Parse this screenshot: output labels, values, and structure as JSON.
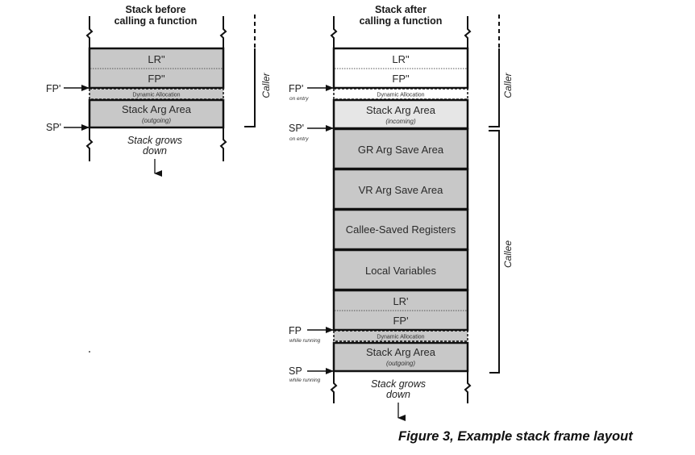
{
  "figure": {
    "caption": "Figure 3, Example stack frame layout",
    "colors": {
      "block_fill": "#c8c8c8",
      "incoming_fill": "#e6e6e6",
      "white_fill": "#ffffff",
      "line": "#111111"
    },
    "before": {
      "title_line1": "Stack before",
      "title_line2": "calling a function",
      "blocks": [
        {
          "id": "lr2",
          "label": "LR\"",
          "fill": "gray"
        },
        {
          "id": "fp2",
          "label": "FP\"",
          "fill": "gray"
        },
        {
          "id": "dyn",
          "label": "Dynamic Allocation",
          "fill": "gray"
        },
        {
          "id": "arg",
          "label": "Stack Arg Area",
          "sublabel": "(outgoing)",
          "fill": "gray"
        }
      ],
      "pointers": [
        {
          "label": "FP'",
          "sublabel": ""
        },
        {
          "label": "SP'",
          "sublabel": ""
        }
      ],
      "bracket_label": "Caller",
      "grows_line1": "Stack grows",
      "grows_line2": "down"
    },
    "after": {
      "title_line1": "Stack after",
      "title_line2": "calling a function",
      "blocks": [
        {
          "id": "lr2",
          "label": "LR\"",
          "fill": "white"
        },
        {
          "id": "fp2",
          "label": "FP\"",
          "fill": "white"
        },
        {
          "id": "dyn1",
          "label": "Dynamic Allocation",
          "fill": "white"
        },
        {
          "id": "arg_in",
          "label": "Stack Arg Area",
          "sublabel": "(incoming)",
          "fill": "light"
        },
        {
          "id": "gr",
          "label": "GR Arg Save Area",
          "fill": "gray"
        },
        {
          "id": "vr",
          "label": "VR Arg Save Area",
          "fill": "gray"
        },
        {
          "id": "csr",
          "label": "Callee-Saved Registers",
          "fill": "gray"
        },
        {
          "id": "local",
          "label": "Local Variables",
          "fill": "gray"
        },
        {
          "id": "lr1",
          "label": "LR'",
          "fill": "gray"
        },
        {
          "id": "fp1",
          "label": "FP'",
          "fill": "gray"
        },
        {
          "id": "dyn2",
          "label": "Dynamic Allocation",
          "fill": "gray"
        },
        {
          "id": "arg_out",
          "label": "Stack Arg Area",
          "sublabel": "(outgoing)",
          "fill": "gray"
        }
      ],
      "pointers": [
        {
          "label": "FP'",
          "sublabel": "on entry"
        },
        {
          "label": "SP'",
          "sublabel": "on entry"
        },
        {
          "label": "FP",
          "sublabel": "while running"
        },
        {
          "label": "SP",
          "sublabel": "while running"
        }
      ],
      "bracket_caller_label": "Caller",
      "bracket_callee_label": "Callee",
      "grows_line1": "Stack grows",
      "grows_line2": "down"
    }
  }
}
